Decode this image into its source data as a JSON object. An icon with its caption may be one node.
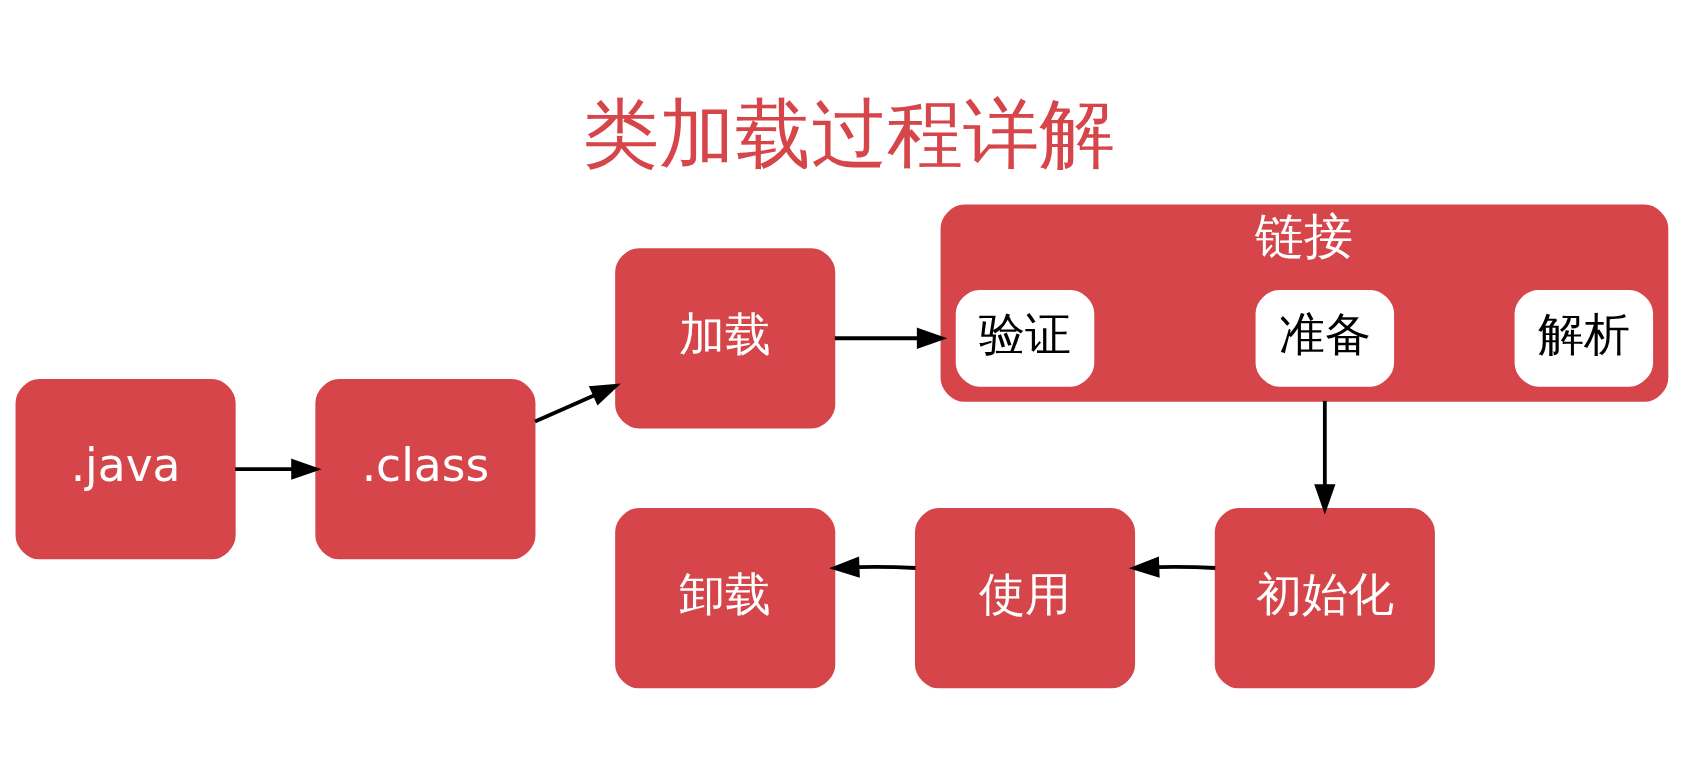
{
  "diagram": {
    "title": "类加载过程详解",
    "nodes": [
      {
        "text": [
          ".java"
        ]
      },
      {
        "text": [
          ".class"
        ]
      },
      {
        "text": [
          "加载"
        ]
      },
      {
        "text": [
          "链接"
        ]
      },
      {
        "text": [
          "验证"
        ],
        "in": 3
      },
      {
        "text": [
          "准备"
        ],
        "in": 3
      },
      {
        "text": [
          "解析"
        ],
        "in": 3
      },
      {
        "text": [
          "初始化"
        ]
      },
      {
        "text": [
          "使用"
        ]
      },
      {
        "text": [
          "卸载"
        ]
      }
    ],
    "edges": [
      {
        "from": 0,
        "to": 1,
        "arrow": "to"
      },
      {
        "from": 1,
        "to": 2,
        "arrow": "to"
      },
      {
        "from": 2,
        "to": 3,
        "arrow": "to"
      },
      {
        "from": 3,
        "to": 7,
        "arrow": "to"
      },
      {
        "from": 7,
        "to": 8,
        "arrow": "to"
      },
      {
        "from": 8,
        "to": 9,
        "arrow": "to"
      }
    ]
  }
}
